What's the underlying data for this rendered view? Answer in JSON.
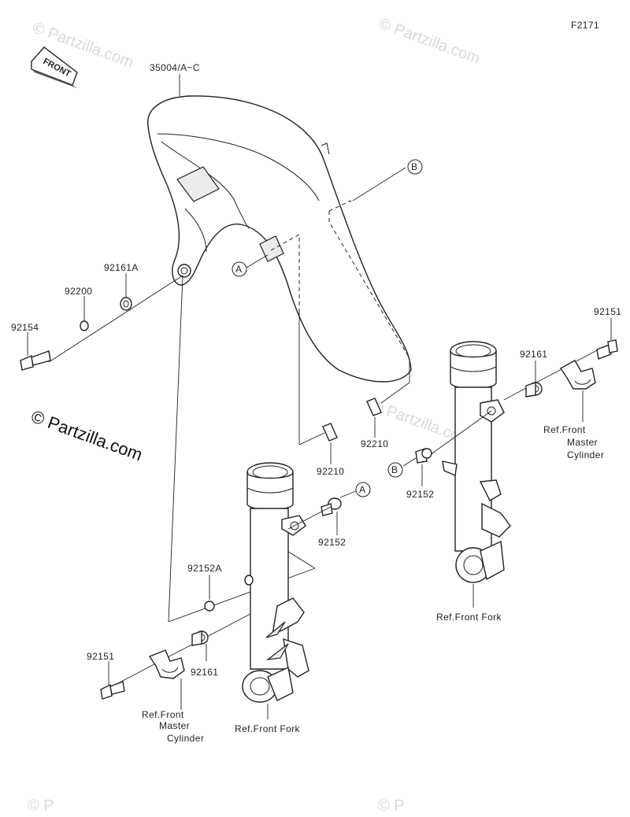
{
  "figure_code": "F2171",
  "front_badge": "FRONT",
  "watermarks": {
    "top_left": "© Partzilla.com",
    "top_right": "© Partzilla.com",
    "main": "© Partzilla.com",
    "center": "© Partzilla.com",
    "bottom_left": "© P",
    "bottom_right": "© P"
  },
  "callouts": {
    "a": "A",
    "b": "B"
  },
  "labels": {
    "fender": "35004/A~C",
    "clip_b": "92210",
    "clip_a": "92210",
    "bushing_a": "92161A",
    "washer": "92200",
    "bolt_left": "92154",
    "collar_a": "92152",
    "collar_b": "92152",
    "collar_left": "92152A",
    "bushing_left": "92161",
    "bushing_right": "92161",
    "bolt_right": "92151",
    "bolt_lower_left": "92151"
  },
  "refs": {
    "front_fork_left": "Ref.Front Fork",
    "front_fork_right": "Ref.Front Fork",
    "mc_right_1": "Ref.Front",
    "mc_right_2": "Master",
    "mc_right_3": "Cylinder",
    "mc_left_1": "Ref.Front",
    "mc_left_2": "Master",
    "mc_left_3": "Cylinder"
  }
}
